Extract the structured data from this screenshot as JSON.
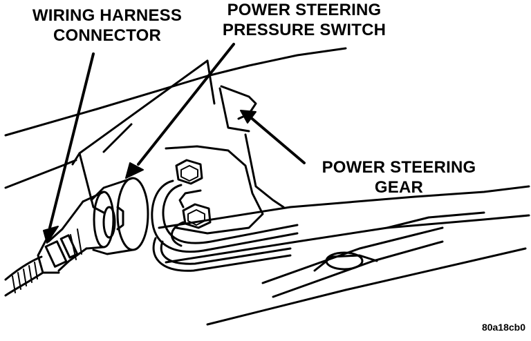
{
  "callouts": {
    "wiring_harness_connector": {
      "line1": "WIRING HARNESS",
      "line2": "CONNECTOR"
    },
    "pressure_switch": {
      "line1": "POWER STEERING",
      "line2": "PRESSURE SWITCH"
    },
    "steering_gear": {
      "line1": "POWER STEERING",
      "line2": "GEAR"
    }
  },
  "figure_id": "80a18cb0",
  "colors": {
    "ink": "#000000",
    "paper": "#ffffff"
  }
}
